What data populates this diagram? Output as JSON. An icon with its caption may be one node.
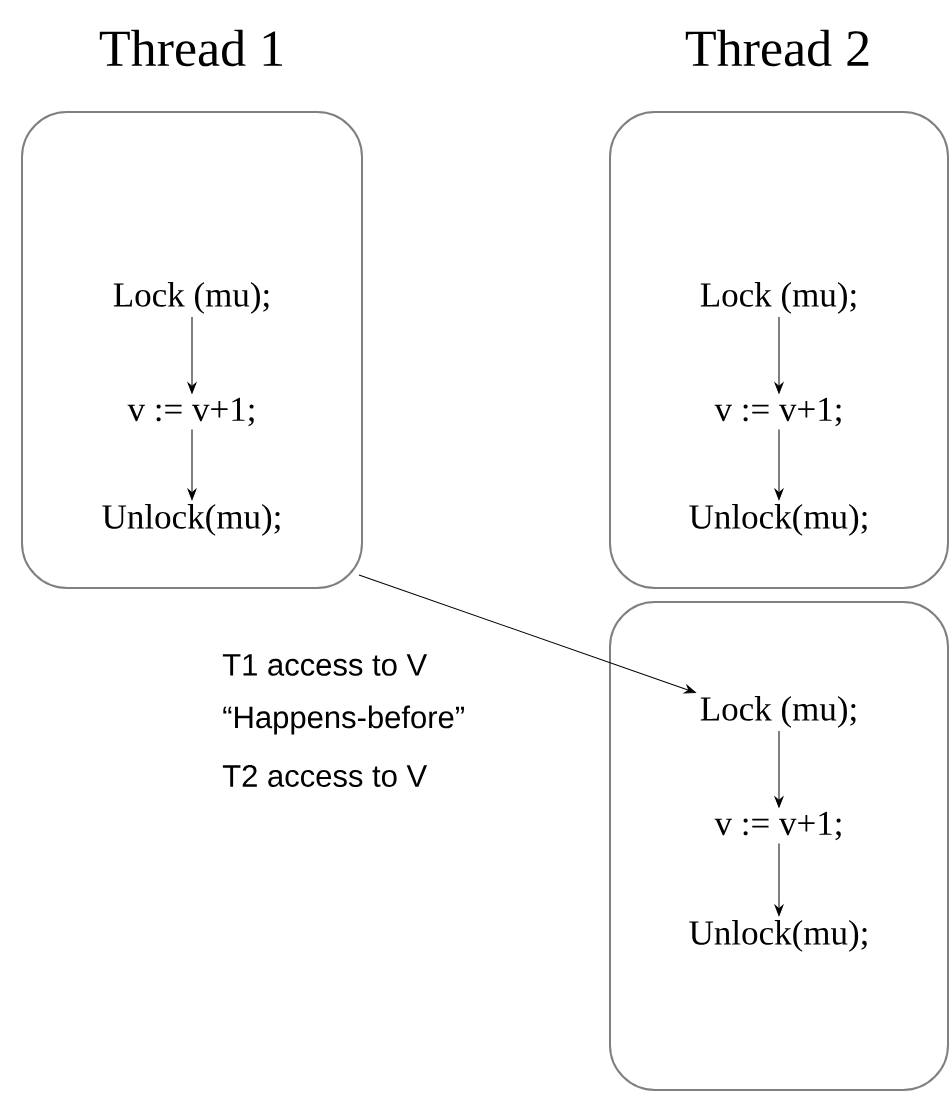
{
  "diagram": {
    "nodes": [
      {
        "text": [
          "Thread 1"
        ]
      },
      {
        "text": [
          "Lock (mu);"
        ],
        "in": 0
      },
      {
        "text": [
          "v := v+1;"
        ],
        "in": 0
      },
      {
        "text": [
          "Unlock(mu);"
        ],
        "in": 0
      },
      {
        "text": [
          "Thread 2"
        ]
      },
      {
        "text": [
          "Lock (mu);"
        ],
        "in": 4
      },
      {
        "text": [
          "v := v+1;"
        ],
        "in": 4
      },
      {
        "text": [
          "Unlock(mu);"
        ],
        "in": 4
      },
      {
        "text": [],
        "shape": "box"
      },
      {
        "text": [
          "Lock (mu);"
        ],
        "in": 8
      },
      {
        "text": [
          "v := v+1;"
        ],
        "in": 8
      },
      {
        "text": [
          "Unlock(mu);"
        ],
        "in": 8
      }
    ],
    "edges": [
      {
        "from": 1,
        "to": 2,
        "arrow": "to"
      },
      {
        "from": 2,
        "to": 3,
        "arrow": "to"
      },
      {
        "from": 5,
        "to": 6,
        "arrow": "to"
      },
      {
        "from": 6,
        "to": 7,
        "arrow": "to"
      },
      {
        "from": 9,
        "to": 10,
        "arrow": "to"
      },
      {
        "from": 10,
        "to": 11,
        "arrow": "to"
      },
      {
        "from": 0,
        "to": 9,
        "arrow": "to"
      }
    ],
    "labels": [
      "T1 access to V",
      "“Happens-before”",
      "T2 access to V"
    ]
  }
}
